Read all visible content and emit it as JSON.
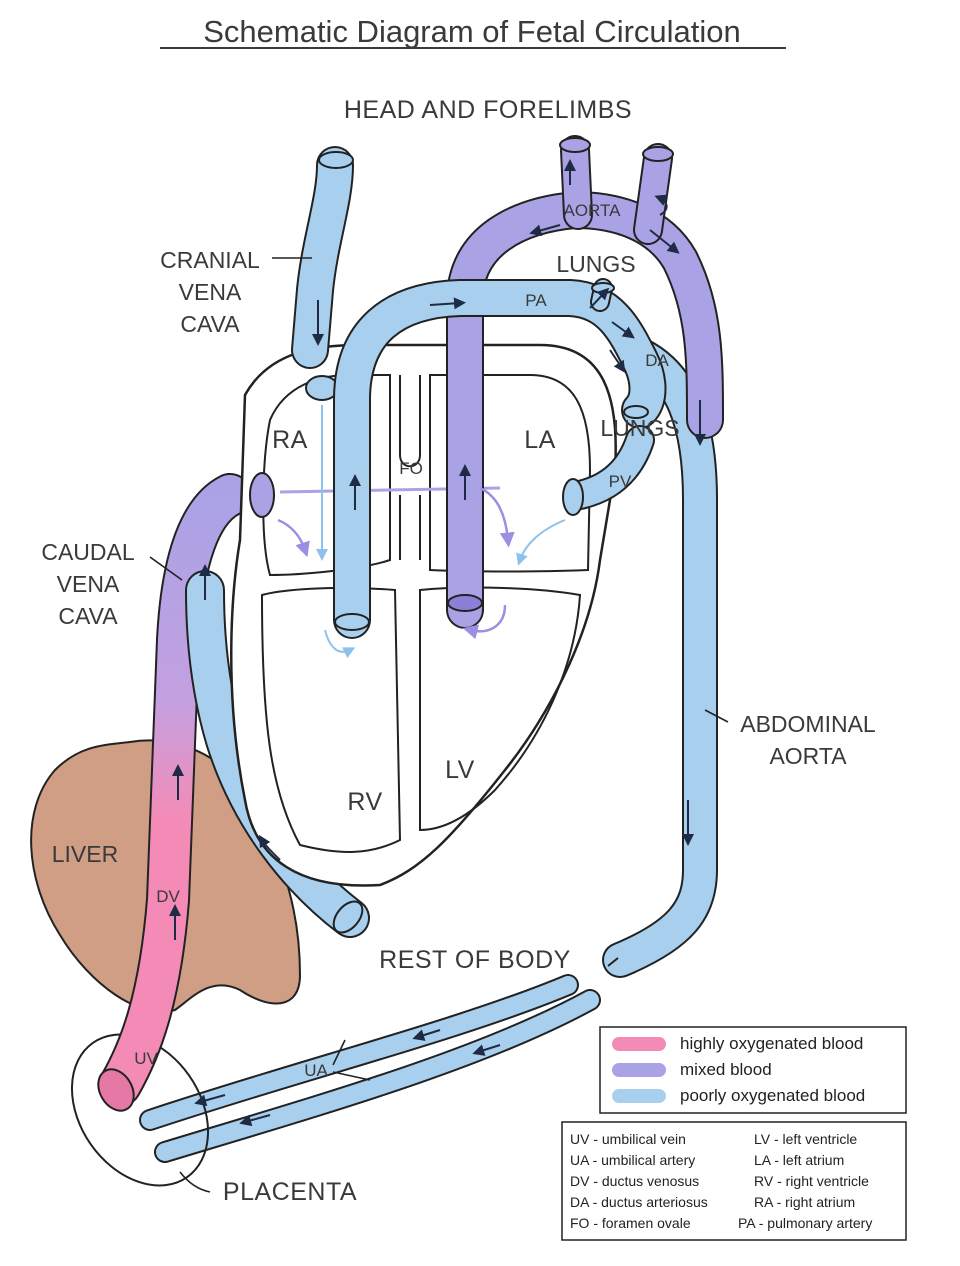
{
  "title": "Schematic Diagram of Fetal Circulation",
  "colors": {
    "highly_oxygenated": "#f48bb6",
    "mixed": "#a9a3e6",
    "poorly_oxygenated": "#a8d0ee",
    "liver": "#cf9e85",
    "outline": "#222222"
  },
  "labels": {
    "head_forelimbs": "HEAD AND FORELIMBS",
    "cranial_vena_cava": [
      "CRANIAL",
      "VENA",
      "CAVA"
    ],
    "caudal_vena_cava": [
      "CAUDAL",
      "VENA",
      "CAVA"
    ],
    "aorta": "AORTA",
    "lungs_top": "LUNGS",
    "pa": "PA",
    "da": "DA",
    "lungs_right": "LUNGS",
    "pv": "PV",
    "ra": "RA",
    "la": "LA",
    "fo": "FO",
    "rv": "RV",
    "lv": "LV",
    "liver": "LIVER",
    "dv": "DV",
    "uv": "UV",
    "ua": "UA",
    "abdominal_aorta": [
      "ABDOMINAL",
      "AORTA"
    ],
    "rest_of_body": "REST OF BODY",
    "placenta": "PLACENTA"
  },
  "legend": [
    {
      "label": "highly oxygenated blood",
      "color": "#f48bb6"
    },
    {
      "label": "mixed blood",
      "color": "#a9a3e6"
    },
    {
      "label": "poorly oxygenated blood",
      "color": "#a8d0ee"
    }
  ],
  "abbreviations": {
    "left": [
      "UV - umbilical vein",
      "UA - umbilical artery",
      "DV - ductus venosus",
      "DA - ductus arteriosus",
      "FO - foramen ovale"
    ],
    "right": [
      "LV - left ventricle",
      "LA - left atrium",
      "RV - right ventricle",
      "RA - right atrium",
      "PA - pulmonary artery"
    ]
  }
}
